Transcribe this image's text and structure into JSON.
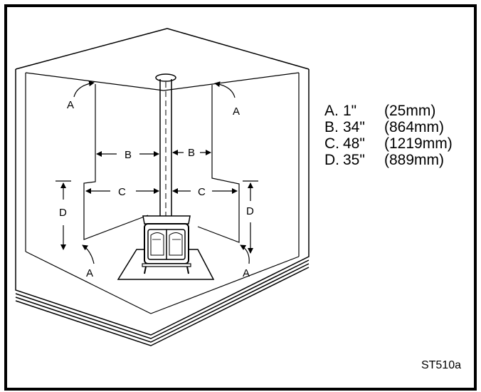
{
  "figure_id": "ST510a",
  "labels": {
    "a": "A",
    "b": "B",
    "c": "C",
    "d": "D"
  },
  "legend": [
    {
      "letter": "A.",
      "inches": "1\"",
      "mm": "(25mm)"
    },
    {
      "letter": "B.",
      "inches": "34\"",
      "mm": "(864mm)"
    },
    {
      "letter": "C.",
      "inches": "48\"",
      "mm": "(1219mm)"
    },
    {
      "letter": "D.",
      "inches": "35\"",
      "mm": "(889mm)"
    }
  ]
}
